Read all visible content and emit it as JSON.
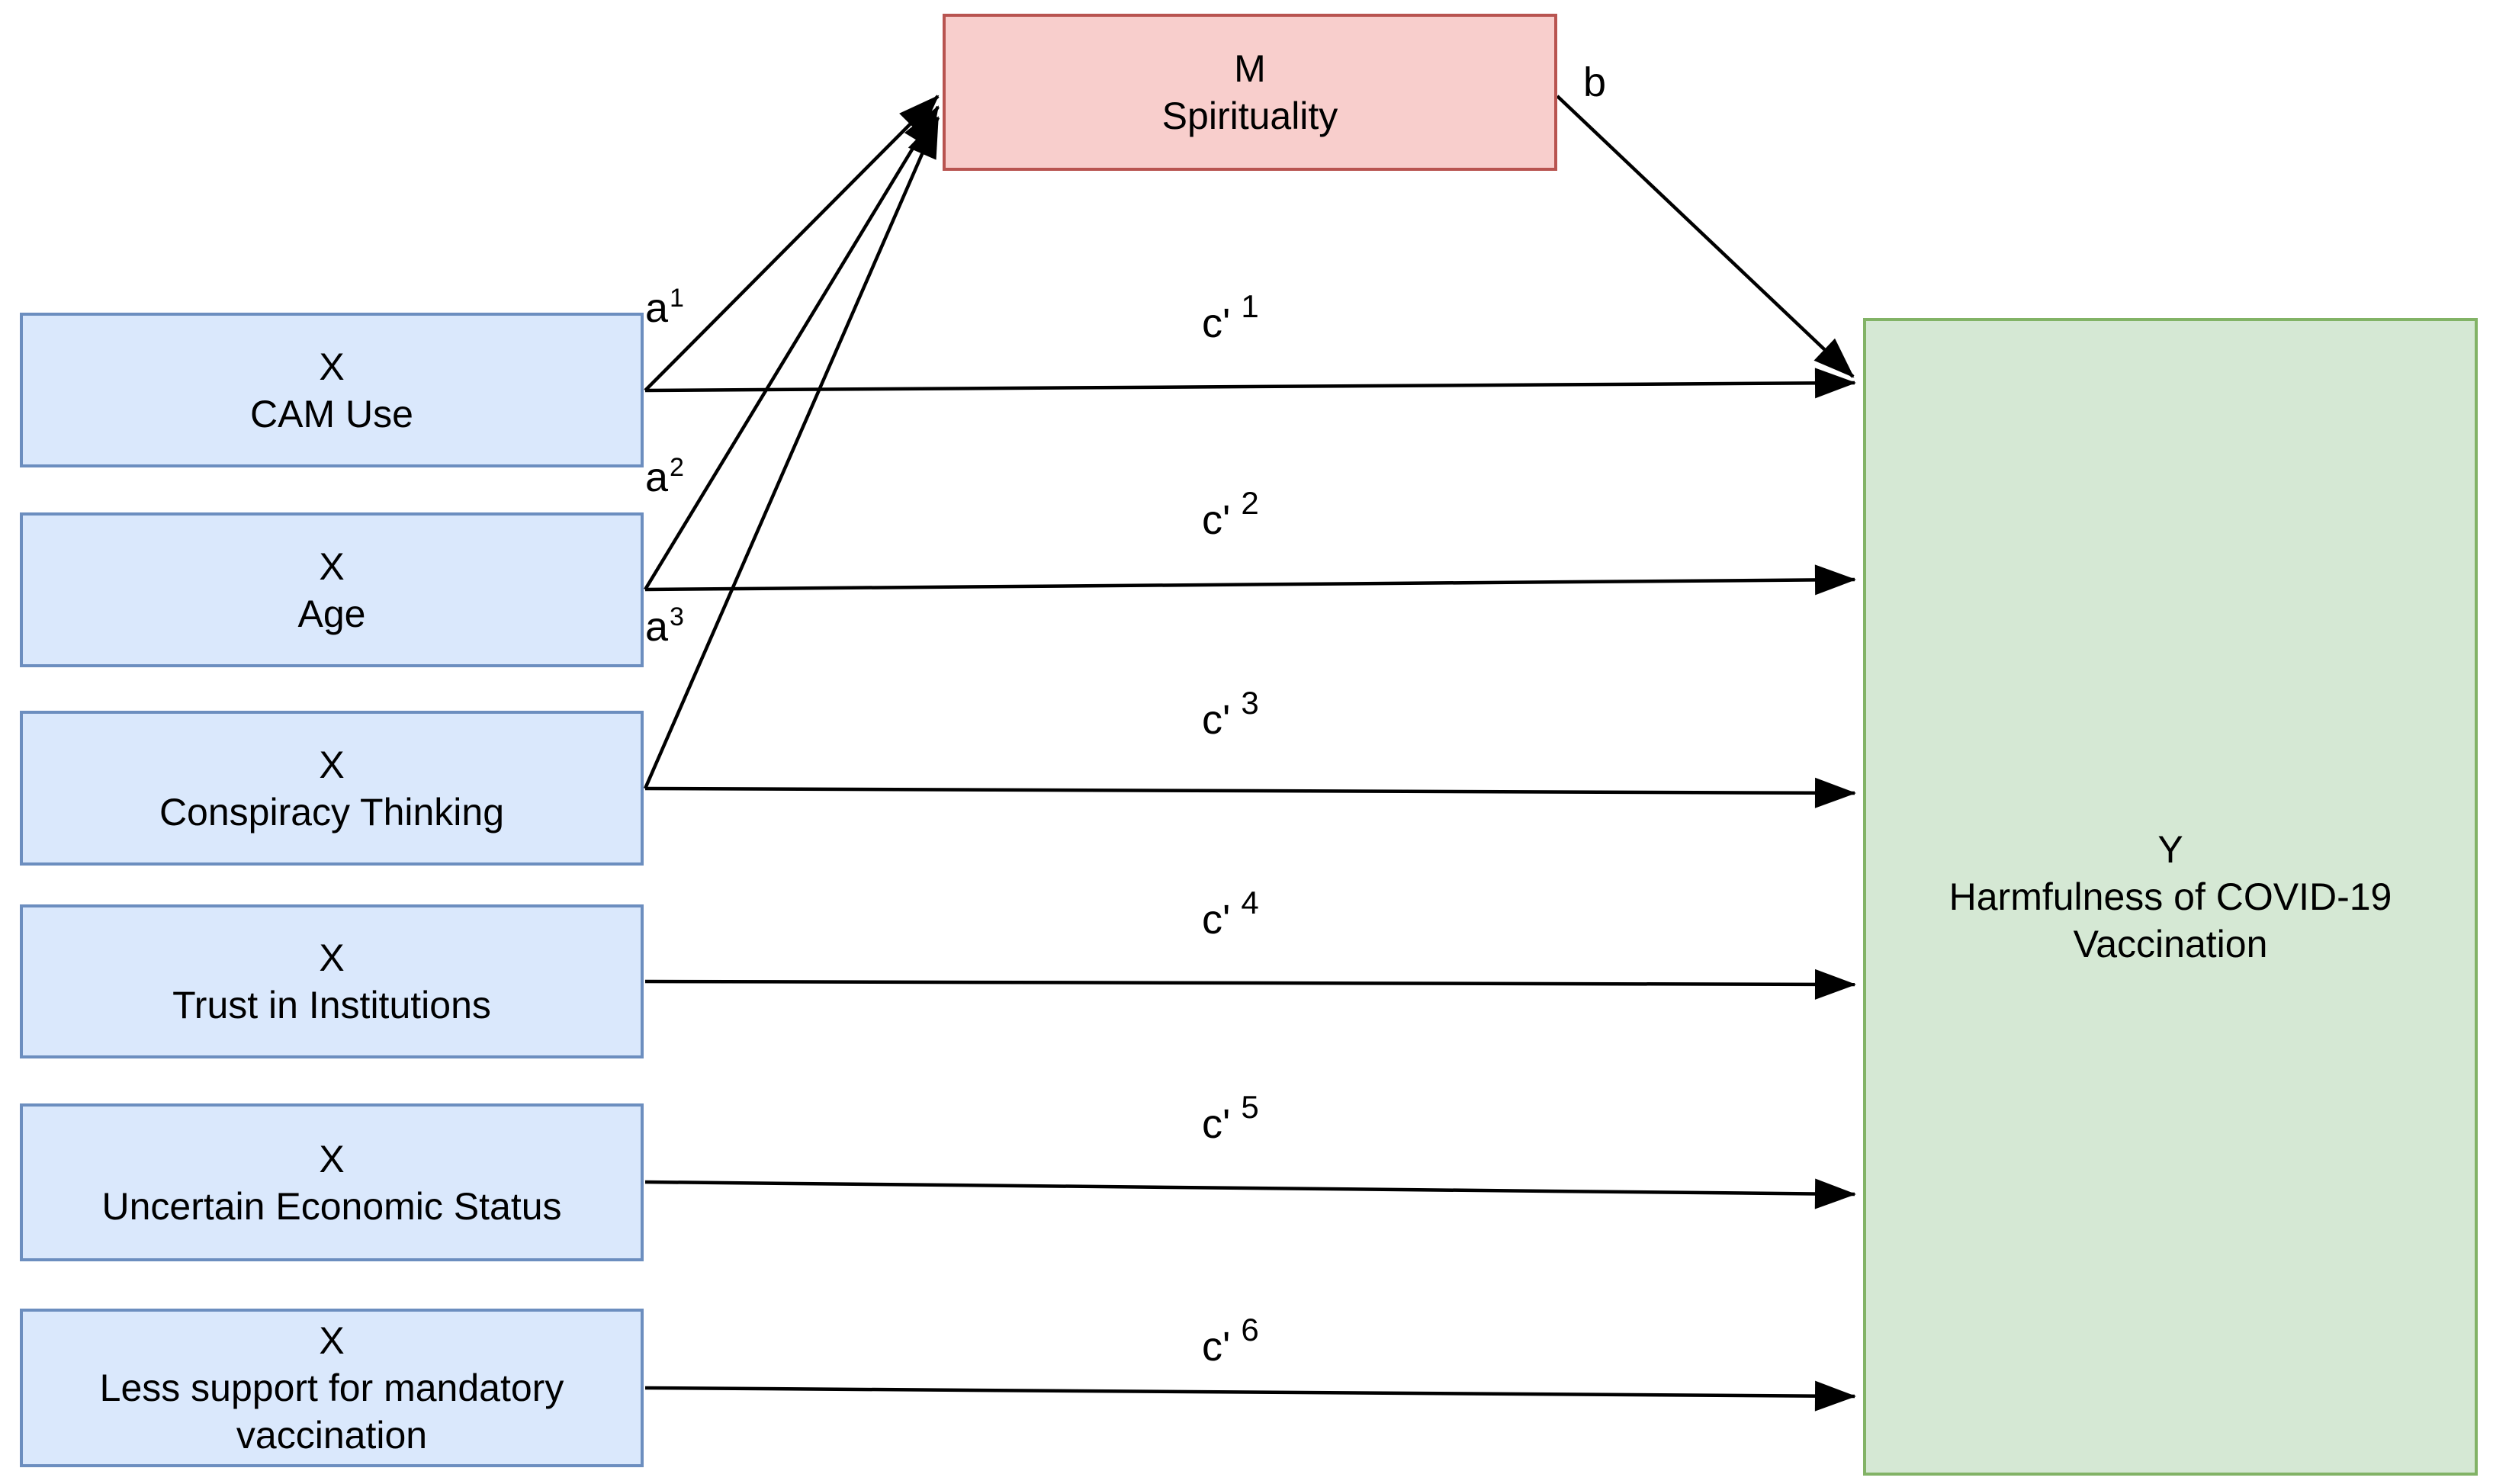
{
  "diagram": {
    "mediator": {
      "lines": [
        "M",
        "Spirituality"
      ]
    },
    "outcome": {
      "lines": [
        "Y",
        "Harmfulness of COVID-19",
        "Vaccination"
      ]
    },
    "predictors": [
      {
        "lines": [
          "X",
          "CAM Use"
        ]
      },
      {
        "lines": [
          "X",
          "Age"
        ]
      },
      {
        "lines": [
          "X",
          "Conspiracy Thinking"
        ]
      },
      {
        "lines": [
          "X",
          "Trust in Institutions"
        ]
      },
      {
        "lines": [
          "X",
          "Uncertain Economic Status"
        ]
      },
      {
        "lines": [
          "X",
          "Less support for mandatory",
          "vaccination"
        ]
      }
    ],
    "path_labels": {
      "a1": {
        "base": "a",
        "sup": "1"
      },
      "a2": {
        "base": "a",
        "sup": "2"
      },
      "a3": {
        "base": "a",
        "sup": "3"
      },
      "b": {
        "base": "b"
      },
      "c1": {
        "base": "c'",
        "sup": "1"
      },
      "c2": {
        "base": "c'",
        "sup": "2"
      },
      "c3": {
        "base": "c'",
        "sup": "3"
      },
      "c4": {
        "base": "c'",
        "sup": "4"
      },
      "c5": {
        "base": "c'",
        "sup": "5"
      },
      "c6": {
        "base": "c'",
        "sup": "6"
      }
    },
    "edges": [
      {
        "label": "a1",
        "from": "X CAM Use",
        "to": "M Spirituality"
      },
      {
        "label": "a2",
        "from": "X Age",
        "to": "M Spirituality"
      },
      {
        "label": "a3",
        "from": "X Conspiracy Thinking",
        "to": "M Spirituality"
      },
      {
        "label": "b",
        "from": "M Spirituality",
        "to": "Y Harmfulness of COVID-19 Vaccination"
      },
      {
        "label": "c'1",
        "from": "X CAM Use",
        "to": "Y Harmfulness of COVID-19 Vaccination"
      },
      {
        "label": "c'2",
        "from": "X Age",
        "to": "Y Harmfulness of COVID-19 Vaccination"
      },
      {
        "label": "c'3",
        "from": "X Conspiracy Thinking",
        "to": "Y Harmfulness of COVID-19 Vaccination"
      },
      {
        "label": "c'4",
        "from": "X Trust in Institutions",
        "to": "Y Harmfulness of COVID-19 Vaccination"
      },
      {
        "label": "c'5",
        "from": "X Uncertain Economic Status",
        "to": "Y Harmfulness of COVID-19 Vaccination"
      },
      {
        "label": "c'6",
        "from": "X Less support for mandatory vaccination",
        "to": "Y Harmfulness of COVID-19 Vaccination"
      }
    ],
    "colors": {
      "predictor-fill": "#dae8fc",
      "predictor-border": "#6c8ebf",
      "mediator-fill": "#f8cecc",
      "mediator-border": "#b85450",
      "outcome-fill": "#d5e8d4",
      "outcome-border": "#82b366",
      "arrow": "#000000"
    }
  }
}
